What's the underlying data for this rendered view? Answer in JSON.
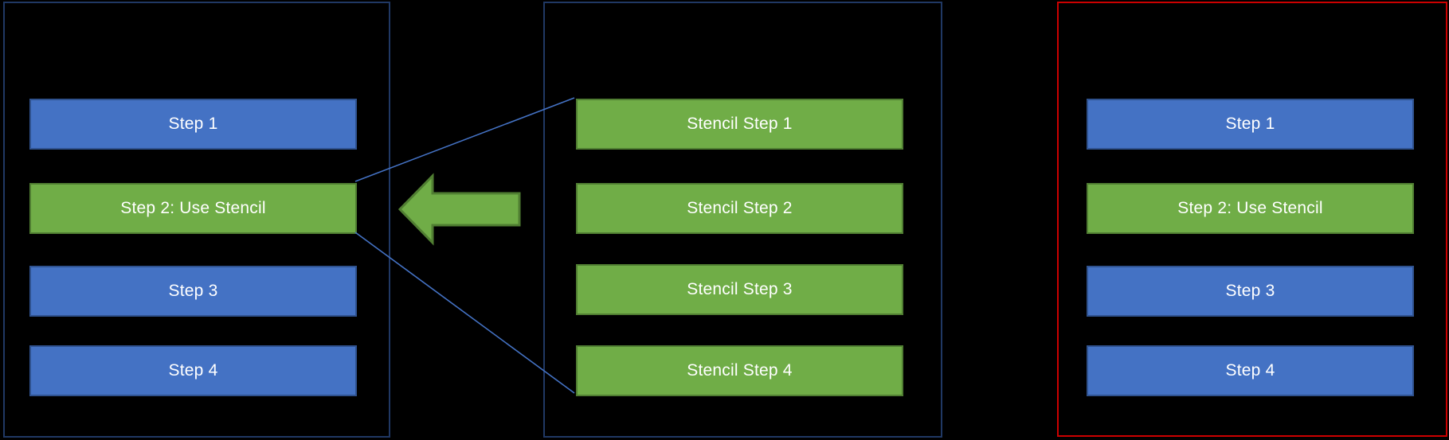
{
  "canvas": {
    "background": "#000000"
  },
  "colors": {
    "canvas_bg": "#000000",
    "step_blue_fill": "#4472C4",
    "step_blue_border": "#2F528F",
    "step_green_fill": "#70AD47",
    "step_green_border": "#507E32",
    "panel_border_navy": "#203864",
    "panel_border_red": "#CC0000",
    "connector_blue": "#4472C4",
    "text_white": "#FFFFFF"
  },
  "panels": [
    {
      "name": "process-left",
      "border": "navy",
      "steps": [
        {
          "label": "Step 1",
          "variant": "blue"
        },
        {
          "label": "Step 2: Use Stencil",
          "variant": "green"
        },
        {
          "label": "Step 3",
          "variant": "blue"
        },
        {
          "label": "Step 4",
          "variant": "blue"
        }
      ]
    },
    {
      "name": "stencil-steps",
      "border": "navy",
      "steps": [
        {
          "label": "Stencil Step 1",
          "variant": "green"
        },
        {
          "label": "Stencil Step 2",
          "variant": "green"
        },
        {
          "label": "Stencil Step 3",
          "variant": "green"
        },
        {
          "label": "Stencil Step 4",
          "variant": "green"
        }
      ]
    },
    {
      "name": "process-right",
      "border": "red",
      "steps": [
        {
          "label": "Step 1",
          "variant": "blue"
        },
        {
          "label": "Step 2: Use Stencil",
          "variant": "green"
        },
        {
          "label": "Step 3",
          "variant": "blue"
        },
        {
          "label": "Step 4",
          "variant": "blue"
        }
      ]
    }
  ],
  "arrow": {
    "name": "left-block-arrow",
    "direction": "left"
  },
  "connectors": [
    {
      "from": "step-2-use-stencil-top-right",
      "to": "stencil-step-1-top-left"
    },
    {
      "from": "step-2-use-stencil-bottom-right",
      "to": "stencil-step-4-bottom-left"
    }
  ]
}
